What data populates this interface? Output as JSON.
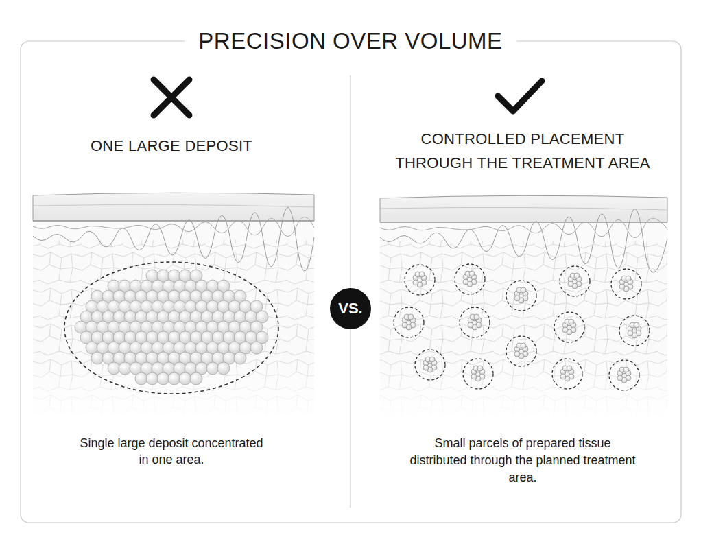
{
  "diagram": {
    "title": "PRECISION OVER VOLUME",
    "nodes": [
      {
        "text": [
          "VS."
        ]
      }
    ],
    "labels": [
      "ONE LARGE DEPOSIT",
      "Single large deposit concentrated in one area.",
      "CONTROLLED PLACEMENT THROUGH THE TREATMENT AREA",
      "Small parcels of prepared tissue distributed through the planned treatment area."
    ]
  }
}
